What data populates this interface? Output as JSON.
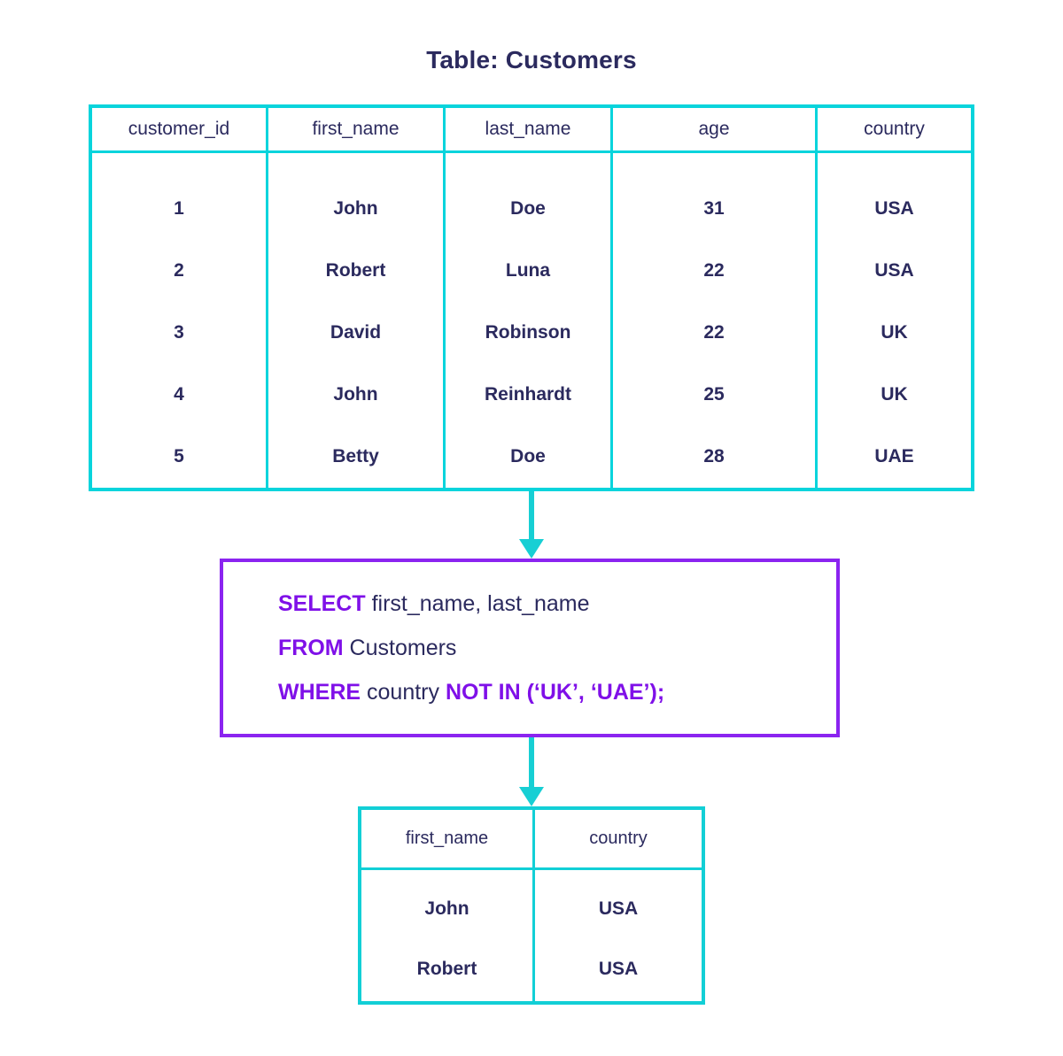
{
  "title": "Table: Customers",
  "colors": {
    "table_border": "#08d4dc",
    "result_border": "#12cfd6",
    "query_border": "#8b24f0",
    "keyword": "#7f10e8",
    "text": "#2b2a5e",
    "arrow": "#17cfd4",
    "background": "#ffffff"
  },
  "source_table": {
    "name": "Customers",
    "columns": [
      "customer_id",
      "first_name",
      "last_name",
      "age",
      "country"
    ],
    "rows": [
      [
        "1",
        "John",
        "Doe",
        "31",
        "USA"
      ],
      [
        "2",
        "Robert",
        "Luna",
        "22",
        "USA"
      ],
      [
        "3",
        "David",
        "Robinson",
        "22",
        "UK"
      ],
      [
        "4",
        "John",
        "Reinhardt",
        "25",
        "UK"
      ],
      [
        "5",
        "Betty",
        "Doe",
        "28",
        "UAE"
      ]
    ]
  },
  "query": {
    "lines": [
      [
        {
          "t": "SELECT",
          "kw": true
        },
        {
          "t": " first_name, last_name",
          "kw": false
        }
      ],
      [
        {
          "t": "FROM",
          "kw": true
        },
        {
          "t": " Customers",
          "kw": false
        }
      ],
      [
        {
          "t": "WHERE",
          "kw": true
        },
        {
          "t": " country ",
          "kw": false
        },
        {
          "t": "NOT IN (‘UK’, ‘UAE’);",
          "kw": true
        }
      ]
    ],
    "text": "SELECT first_name, last_name FROM Customers WHERE country NOT IN (‘UK’, ‘UAE’);"
  },
  "result_table": {
    "columns": [
      "first_name",
      "country"
    ],
    "rows": [
      [
        "John",
        "USA"
      ],
      [
        "Robert",
        "USA"
      ]
    ]
  },
  "arrows": [
    {
      "name": "arrow-table-to-query",
      "direction": "down"
    },
    {
      "name": "arrow-query-to-result",
      "direction": "down"
    }
  ]
}
